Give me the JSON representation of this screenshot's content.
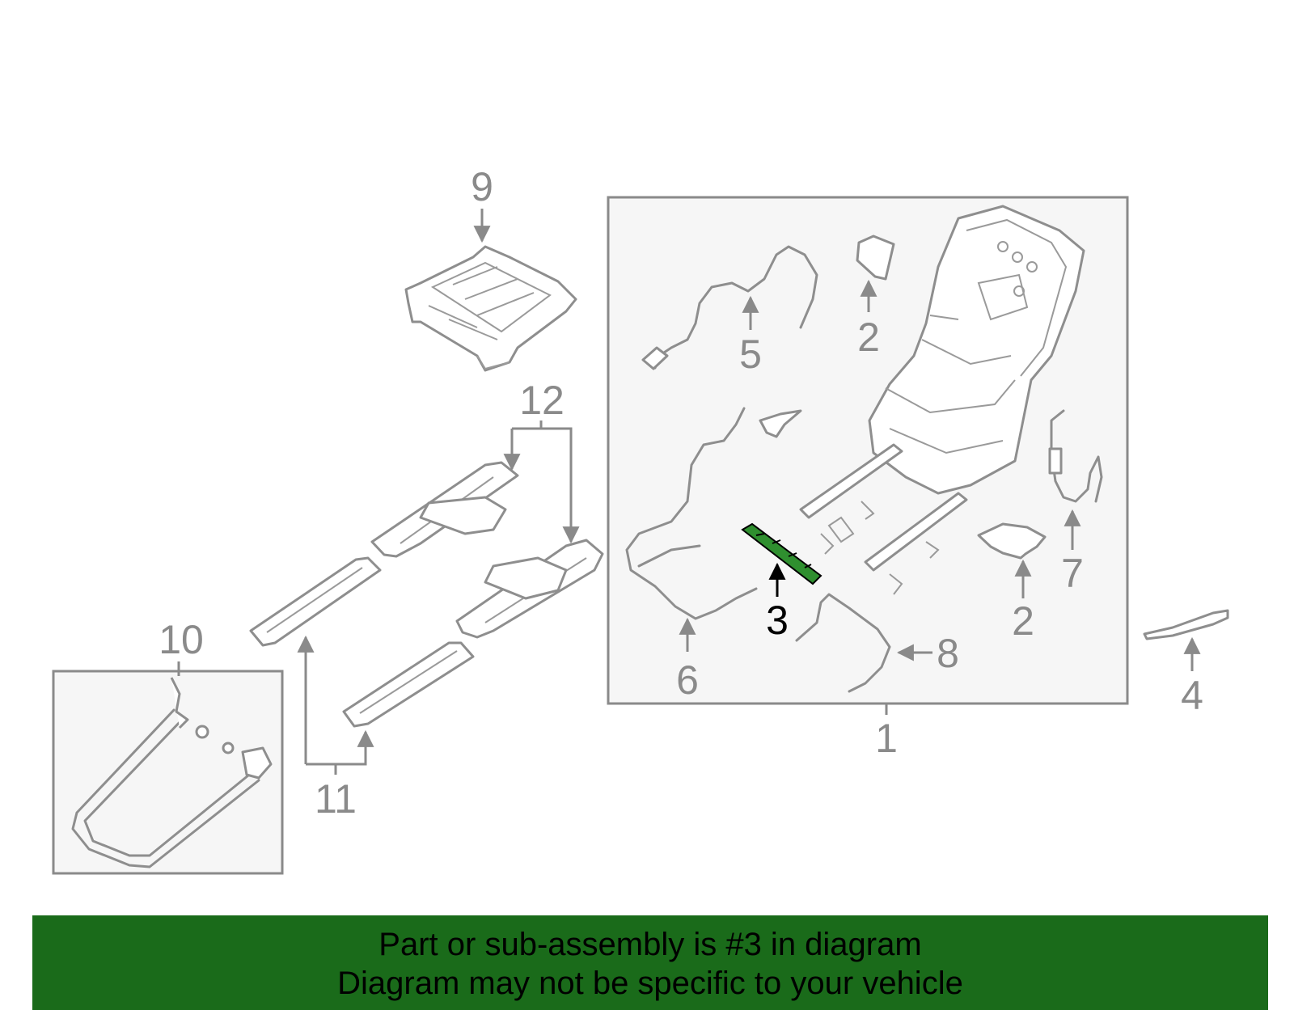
{
  "diagram": {
    "highlight_color": "#2f8f2f",
    "banner_color": "#1a6b1a",
    "labels": {
      "p1": "1",
      "p2a": "2",
      "p2b": "2",
      "p3": "3",
      "p4": "4",
      "p5": "5",
      "p6": "6",
      "p7": "7",
      "p8": "8",
      "p9": "9",
      "p10": "10",
      "p11": "11",
      "p12": "12"
    }
  },
  "banner": {
    "line1": "Part or sub-assembly is #3 in diagram",
    "line2": "Diagram may not be specific to your vehicle"
  }
}
